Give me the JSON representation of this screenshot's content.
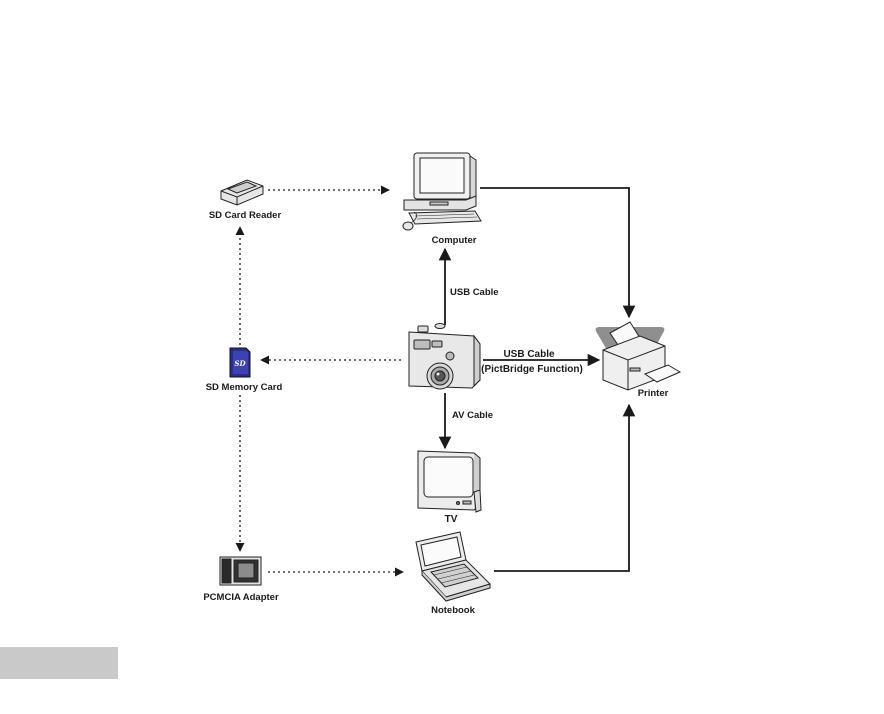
{
  "nodes": {
    "sd_card_reader": "SD Card Reader",
    "computer": "Computer",
    "sd_memory_card": "SD Memory Card",
    "printer": "Printer",
    "tv": "TV",
    "pcmcia_adapter": "PCMCIA Adapter",
    "notebook": "Notebook",
    "sd_logo": "SD"
  },
  "connections": {
    "usb_cable": "USB Cable",
    "usb_cable_printer": "USB Cable",
    "pictbridge": "(PictBridge Function)",
    "av_cable": "AV Cable"
  },
  "colors": {
    "line": "#1a1a1a",
    "device_fill": "#f2f2f2",
    "device_stroke": "#222222",
    "sd_card_blue": "#2b2f8a",
    "printer_backdrop": "#8f8f8f",
    "footer_bar": "#c9c9c9"
  }
}
